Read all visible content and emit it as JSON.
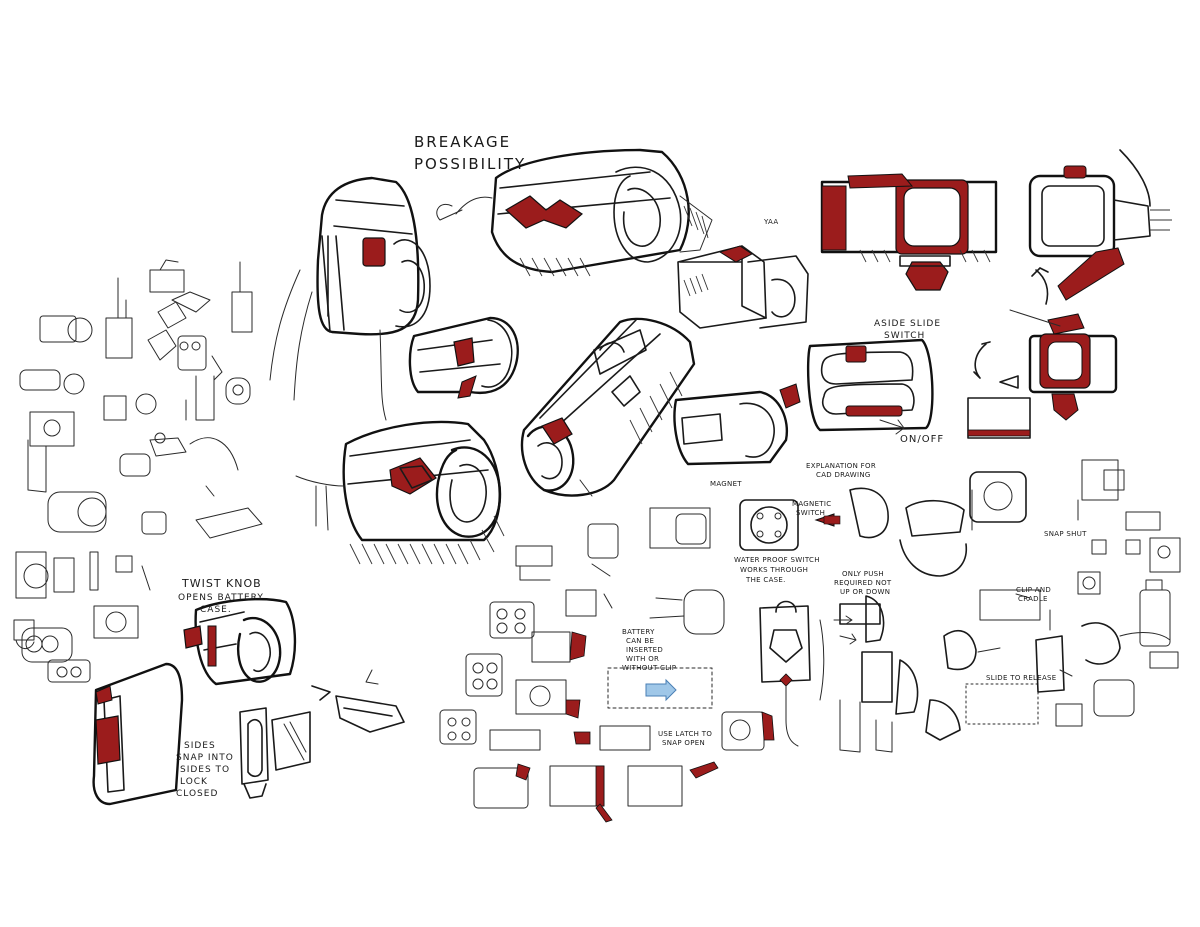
{
  "accent_color": "#9b1c1c",
  "ink_color": "#1a1a1a",
  "annotations": {
    "breakage_line1": "Breakage",
    "breakage_line2": "Possibility",
    "yaa": "YAA",
    "aside_slide_line1": "Aside slide",
    "aside_slide_line2": "switch",
    "on_off": "ON/OFF",
    "explanation_line1": "Explanation for",
    "explanation_line2": "CAD Drawing",
    "magnet": "Magnet",
    "magnetic_switch_line1": "Magnetic",
    "magnetic_switch_line2": "switch",
    "water_proof_line1": "Water Proof switch",
    "water_proof_line2": "works through",
    "water_proof_line3": "the case.",
    "only_push_line1": "Only push",
    "only_push_line2": "Required not",
    "only_push_line3": "up or down",
    "twist_knob_line1": "Twist Knob",
    "twist_knob_line2": "opens battery",
    "twist_knob_line3": "case.",
    "sides_line1": "Sides",
    "sides_line2": "snap into",
    "sides_line3": "sides to",
    "sides_line4": "lock",
    "sides_line5": "closed",
    "use_latch_line1": "use latch to",
    "use_latch_line2": "snap open",
    "battery_line1": "Battery",
    "battery_line2": "can be",
    "battery_line3": "inserted",
    "battery_line4": "with or",
    "battery_line5": "without clip",
    "clip_line1": "Clip and",
    "clip_line2": "cradle",
    "tiny_note_a": "Snap shut",
    "tiny_note_b": "Slide to release"
  }
}
